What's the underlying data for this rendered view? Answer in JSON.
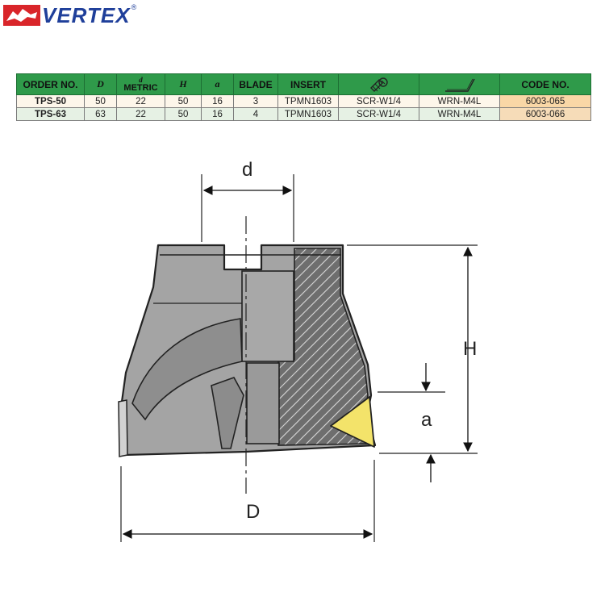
{
  "brand": {
    "name": "VERTEX",
    "registered": "®",
    "brand_red": "#d9252a",
    "brand_blue": "#1f3f9a"
  },
  "table": {
    "header_color": "#2f9a4a",
    "columns": [
      {
        "key": "order",
        "label": "ORDER NO."
      },
      {
        "key": "D",
        "label": "D"
      },
      {
        "key": "d",
        "label": "d",
        "sublabel": "METRIC"
      },
      {
        "key": "H",
        "label": "H"
      },
      {
        "key": "a",
        "label": "a"
      },
      {
        "key": "blade",
        "label": "BLADE"
      },
      {
        "key": "insert",
        "label": "INSERT"
      },
      {
        "key": "screw",
        "label": "",
        "icon": "screw-icon"
      },
      {
        "key": "wrench",
        "label": "",
        "icon": "wrench-icon"
      },
      {
        "key": "code",
        "label": "CODE NO."
      }
    ],
    "rows": [
      {
        "order": "TPS-50",
        "D": "50",
        "d": "22",
        "H": "50",
        "a": "16",
        "blade": "3",
        "insert": "TPMN1603",
        "screw": "SCR-W1/4",
        "wrench": "WRN-M4L",
        "code": "6003-065"
      },
      {
        "order": "TPS-63",
        "D": "63",
        "d": "22",
        "H": "50",
        "a": "16",
        "blade": "4",
        "insert": "TPMN1603",
        "screw": "SCR-W1/4",
        "wrench": "WRN-M4L",
        "code": "6003-066"
      }
    ]
  },
  "drawing": {
    "labels": {
      "d": "d",
      "H": "H",
      "a": "a",
      "D": "D"
    },
    "insert_color": "#f3e36a",
    "body_color": "#a4a4a4"
  }
}
